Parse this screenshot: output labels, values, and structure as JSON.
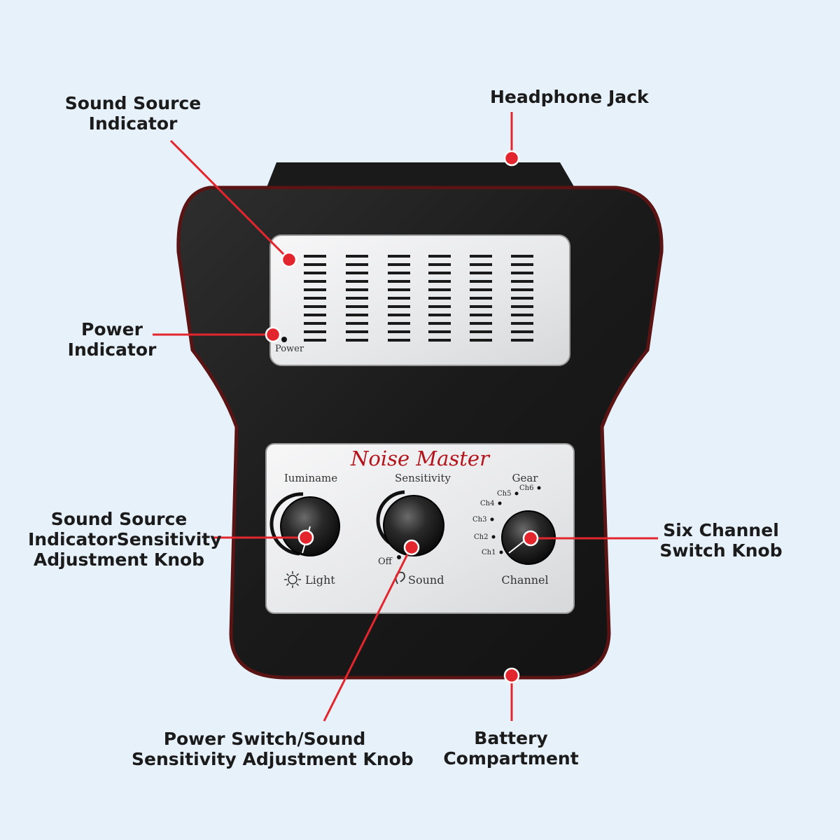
{
  "colors": {
    "background": "#e7f1fa",
    "device_body": "#1c1c1c",
    "body_trim": "#6b1a1a",
    "panel": "#ecedee",
    "brand": "#b3141b",
    "leader": "#e3262e"
  },
  "callouts": {
    "sound_source_indicator": [
      "Sound Source",
      "Indicator"
    ],
    "headphone_jack": [
      "Headphone Jack"
    ],
    "power_indicator": [
      "Power",
      "Indicator"
    ],
    "sensitivity_knob": [
      "Sound Source",
      "IndicatorSensitivity",
      "Adjustment Knob"
    ],
    "six_channel_knob": [
      "Six Channel",
      "Switch Knob"
    ],
    "power_switch_knob": [
      "Power Switch/Sound",
      "Sensitivity Adjustment Knob"
    ],
    "battery_compartment": [
      "Battery",
      "Compartment"
    ]
  },
  "device": {
    "power_label": "Power",
    "brand": "Noise Master",
    "knob_labels": {
      "luminance": "Iuminame",
      "sensitivity": "Sensitivity",
      "gear": "Gear",
      "off": "Off",
      "light": "Light",
      "sound": "Sound",
      "channel": "Channel"
    },
    "channels": [
      "Ch1",
      "Ch2",
      "Ch3",
      "Ch4",
      "Ch5",
      "Ch6"
    ],
    "icons": {
      "light": "sun-icon",
      "sound": "ear-icon"
    }
  }
}
